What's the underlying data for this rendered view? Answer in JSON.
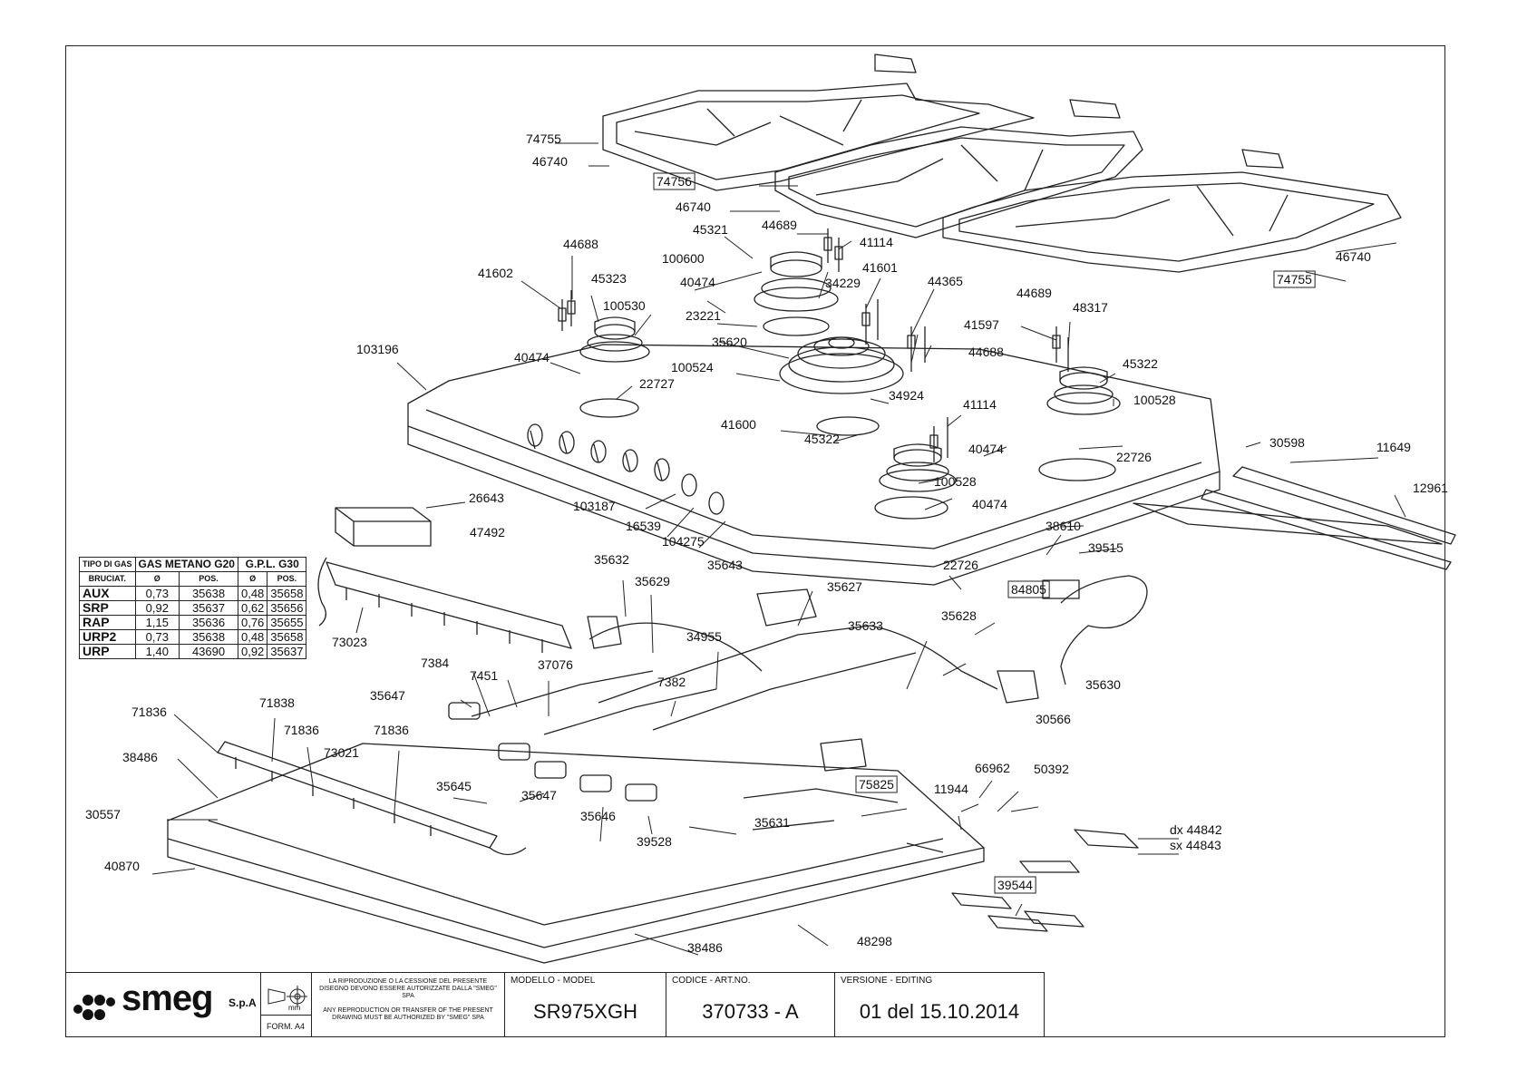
{
  "colors": {
    "ink": "#111111",
    "paper": "#ffffff"
  },
  "labels": [
    {
      "id": "p74755a",
      "text": "74755",
      "boxed": false
    },
    {
      "id": "p46740a",
      "text": "46740"
    },
    {
      "id": "p74756",
      "text": "74756",
      "boxed": true
    },
    {
      "id": "p46740b",
      "text": "46740"
    },
    {
      "id": "p46740c",
      "text": "46740"
    },
    {
      "id": "p74755b",
      "text": "74755",
      "boxed": true
    },
    {
      "id": "p44688a",
      "text": "44688"
    },
    {
      "id": "p41602",
      "text": "41602"
    },
    {
      "id": "p45323",
      "text": "45323"
    },
    {
      "id": "p100530",
      "text": "100530"
    },
    {
      "id": "p44689a",
      "text": "44689"
    },
    {
      "id": "p41114a",
      "text": "41114"
    },
    {
      "id": "p45321",
      "text": "45321"
    },
    {
      "id": "p100600",
      "text": "100600"
    },
    {
      "id": "p40474a",
      "text": "40474"
    },
    {
      "id": "p34229",
      "text": "34229"
    },
    {
      "id": "p41601",
      "text": "41601"
    },
    {
      "id": "p44365",
      "text": "44365"
    },
    {
      "id": "p23221",
      "text": "23221"
    },
    {
      "id": "p41597",
      "text": "41597"
    },
    {
      "id": "p44689b",
      "text": "44689"
    },
    {
      "id": "p48317",
      "text": "48317"
    },
    {
      "id": "p35620",
      "text": "35620"
    },
    {
      "id": "p103196",
      "text": "103196"
    },
    {
      "id": "p40474b",
      "text": "40474"
    },
    {
      "id": "p22727",
      "text": "22727"
    },
    {
      "id": "p100524",
      "text": "100524"
    },
    {
      "id": "p44688b",
      "text": "44688"
    },
    {
      "id": "p45322a",
      "text": "45322"
    },
    {
      "id": "p34924",
      "text": "34924"
    },
    {
      "id": "p100528a",
      "text": "100528"
    },
    {
      "id": "p41114b",
      "text": "41114"
    },
    {
      "id": "p41600",
      "text": "41600"
    },
    {
      "id": "p45322b",
      "text": "45322"
    },
    {
      "id": "p40474c",
      "text": "40474"
    },
    {
      "id": "p22726a",
      "text": "22726"
    },
    {
      "id": "p30598",
      "text": "30598"
    },
    {
      "id": "p11649",
      "text": "11649"
    },
    {
      "id": "p100528b",
      "text": "100528"
    },
    {
      "id": "p26643",
      "text": "26643"
    },
    {
      "id": "p103187",
      "text": "103187"
    },
    {
      "id": "p40474d",
      "text": "40474"
    },
    {
      "id": "p12961",
      "text": "12961"
    },
    {
      "id": "p47492",
      "text": "47492"
    },
    {
      "id": "p16539",
      "text": "16539"
    },
    {
      "id": "p104275",
      "text": "104275"
    },
    {
      "id": "p38610",
      "text": "38610"
    },
    {
      "id": "p39515",
      "text": "39515"
    },
    {
      "id": "p22726b",
      "text": "22726"
    },
    {
      "id": "p35632",
      "text": "35632"
    },
    {
      "id": "p35643",
      "text": "35643"
    },
    {
      "id": "p35629",
      "text": "35629"
    },
    {
      "id": "p35627",
      "text": "35627"
    },
    {
      "id": "p84805",
      "text": "84805",
      "boxed": true
    },
    {
      "id": "p73023",
      "text": "73023"
    },
    {
      "id": "p35633",
      "text": "35633"
    },
    {
      "id": "p35628",
      "text": "35628"
    },
    {
      "id": "p34955",
      "text": "34955"
    },
    {
      "id": "p7384",
      "text": "7384"
    },
    {
      "id": "p37076",
      "text": "37076"
    },
    {
      "id": "p7451",
      "text": "7451"
    },
    {
      "id": "p35630",
      "text": "35630"
    },
    {
      "id": "p7382",
      "text": "7382"
    },
    {
      "id": "p35647a",
      "text": "35647"
    },
    {
      "id": "p71838",
      "text": "71838"
    },
    {
      "id": "p71836a",
      "text": "71836"
    },
    {
      "id": "p30566",
      "text": "30566"
    },
    {
      "id": "p71836b",
      "text": "71836"
    },
    {
      "id": "p71836c",
      "text": "71836"
    },
    {
      "id": "p38486a",
      "text": "38486"
    },
    {
      "id": "p73021",
      "text": "73021"
    },
    {
      "id": "p66962",
      "text": "66962"
    },
    {
      "id": "p50392",
      "text": "50392"
    },
    {
      "id": "p11944",
      "text": "11944"
    },
    {
      "id": "p75825",
      "text": "75825",
      "boxed": true
    },
    {
      "id": "p35645",
      "text": "35645"
    },
    {
      "id": "p35647b",
      "text": "35647"
    },
    {
      "id": "p30557",
      "text": "30557"
    },
    {
      "id": "p35646",
      "text": "35646"
    },
    {
      "id": "p35631",
      "text": "35631"
    },
    {
      "id": "p39528",
      "text": "39528"
    },
    {
      "id": "pdx",
      "text": "dx 44842"
    },
    {
      "id": "psx",
      "text": "sx 44843"
    },
    {
      "id": "p40870",
      "text": "40870"
    },
    {
      "id": "p39544",
      "text": "39544",
      "boxed": true
    },
    {
      "id": "p38486b",
      "text": "38486"
    },
    {
      "id": "p48298",
      "text": "48298"
    }
  ],
  "gas_table": {
    "corner_top": "TIPO DI GAS",
    "corner_bottom": "BRUCIAT.",
    "col_group_1": "GAS METANO G20",
    "col_group_2": "G.P.L. G30",
    "sub_diam": "Ø",
    "sub_pos": "POS.",
    "rows": [
      {
        "burner": "AUX",
        "d1": "0,73",
        "p1": "35638",
        "d2": "0,48",
        "p2": "35658"
      },
      {
        "burner": "SRP",
        "d1": "0,92",
        "p1": "35637",
        "d2": "0,62",
        "p2": "35656"
      },
      {
        "burner": "RAP",
        "d1": "1,15",
        "p1": "35636",
        "d2": "0,76",
        "p2": "35655"
      },
      {
        "burner": "URP2",
        "d1": "0,73",
        "p1": "35638",
        "d2": "0,48",
        "p2": "35658"
      },
      {
        "burner": "URP",
        "d1": "1,40",
        "p1": "43690",
        "d2": "0,92",
        "p2": "35637"
      }
    ]
  },
  "title_block": {
    "logo": "smeg",
    "company_suffix": "S.p.A",
    "projection_unit": "mm",
    "form": "FORM. A4",
    "repro_it": "LA RIPRODUZIONE O LA CESSIONE DEL PRESENTE DISEGNO DEVONO ESSERE AUTORIZZATE DALLA \"SMEG\" SPA",
    "repro_en": "ANY REPRODUCTION OR TRANSFER OF THE PRESENT DRAWING MUST BE AUTHORIZED BY \"SMEG\" SPA",
    "model_caption": "MODELLO - MODEL",
    "model": "SR975XGH",
    "code_caption": "CODICE - ART.NO.",
    "code": "370733 - A",
    "version_caption": "VERSIONE - EDITING",
    "version": "01 del 15.10.2014"
  }
}
